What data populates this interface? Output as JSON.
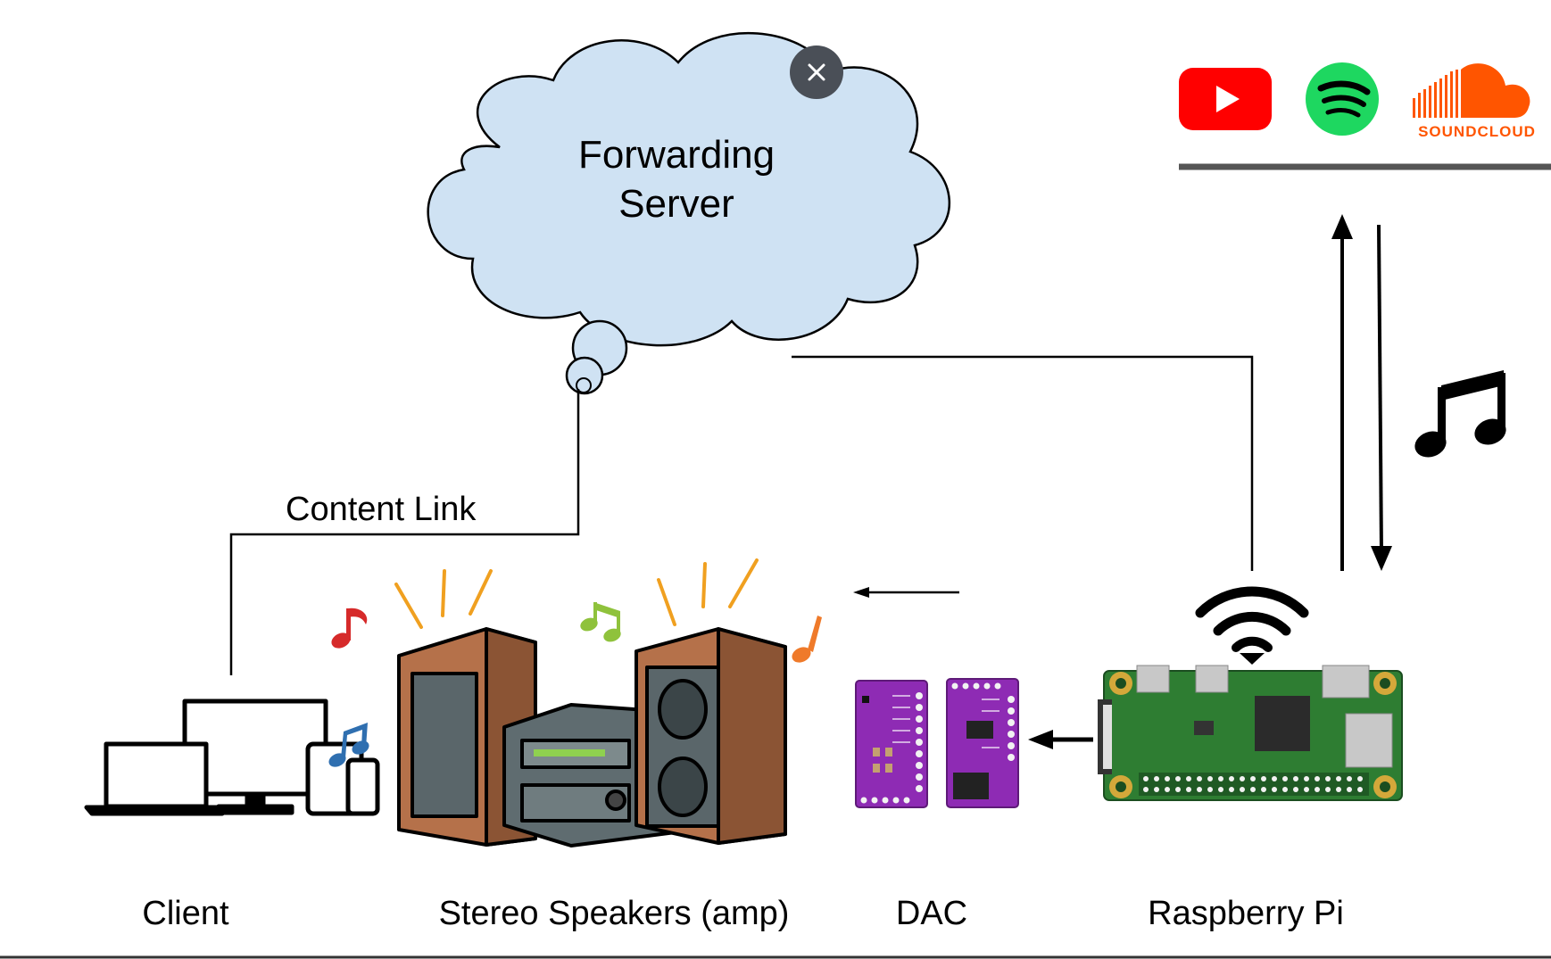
{
  "diagram": {
    "cloud_label_line1": "Forwarding",
    "cloud_label_line2": "Server",
    "link_label": "Content Link",
    "captions": {
      "client": "Client",
      "speakers": "Stereo Speakers (amp)",
      "dac": "DAC",
      "pi": "Raspberry Pi"
    },
    "services": {
      "soundcloud_wordmark": "SOUNDCLOUD",
      "youtube_color": "#ff0000",
      "spotify_color": "#1ed760",
      "soundcloud_color": "#ff5500"
    },
    "colors": {
      "cloud_fill": "#cfe2f3",
      "pcb_green": "#2e7d32",
      "dac_purple": "#8e2bb4",
      "speaker_wood": "#b5714a"
    }
  }
}
